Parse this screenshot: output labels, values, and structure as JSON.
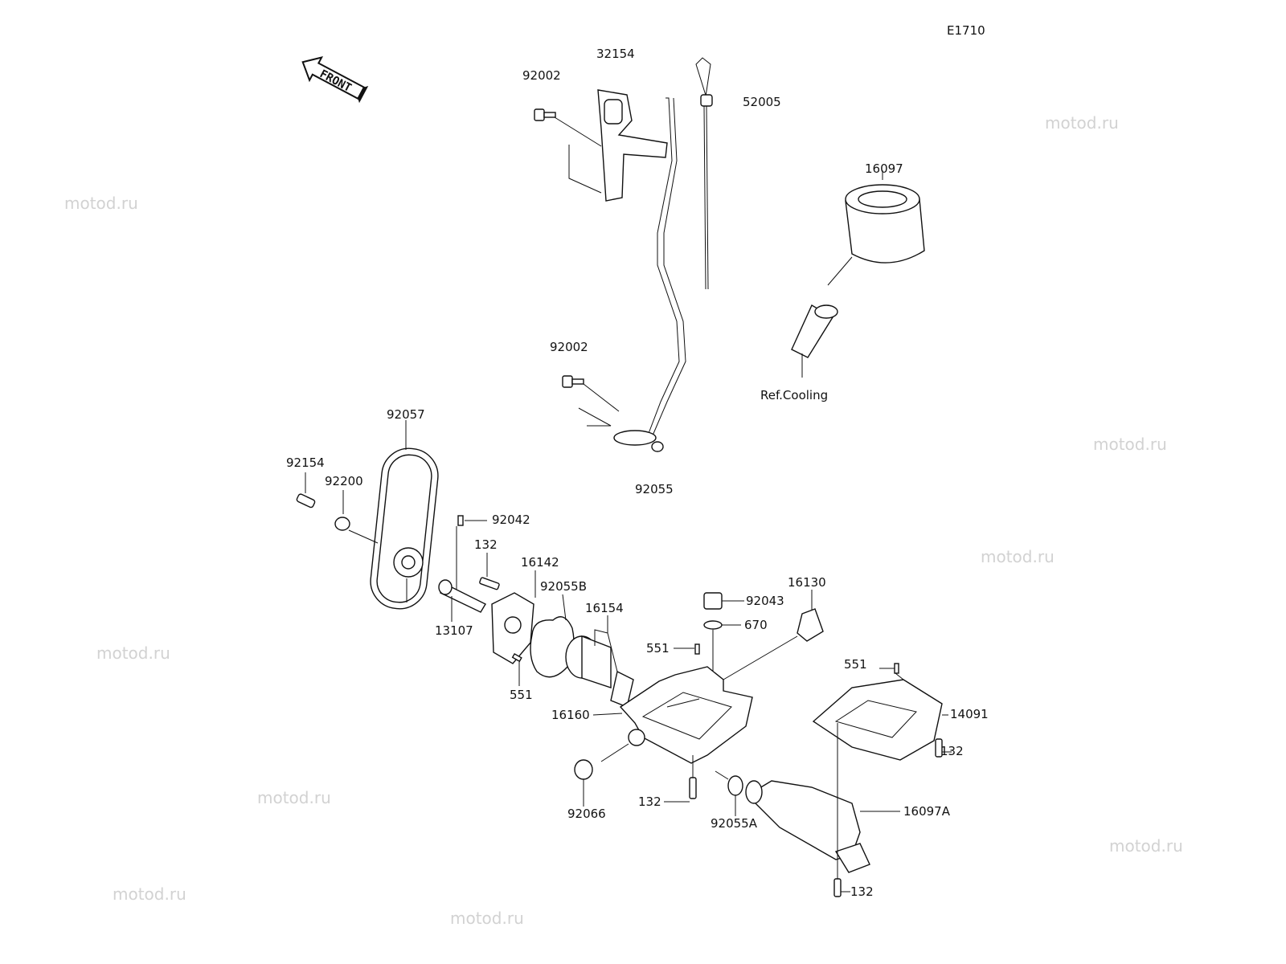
{
  "diagram": {
    "code": "E1710",
    "watermark": "motod.ru",
    "front_arrow": "FRONT",
    "labels": [
      "32154",
      "92002",
      "52005",
      "16097",
      "Ref.Cooling",
      "92002",
      "92057",
      "92154",
      "92200",
      "92055",
      "92042",
      "132",
      "16142",
      "16130",
      "92055B",
      "16154",
      "92043",
      "670",
      "13107",
      "551",
      "551",
      "551",
      "16160",
      "14091",
      "132",
      "92066",
      "132",
      "92055A",
      "16097A",
      "132"
    ]
  }
}
